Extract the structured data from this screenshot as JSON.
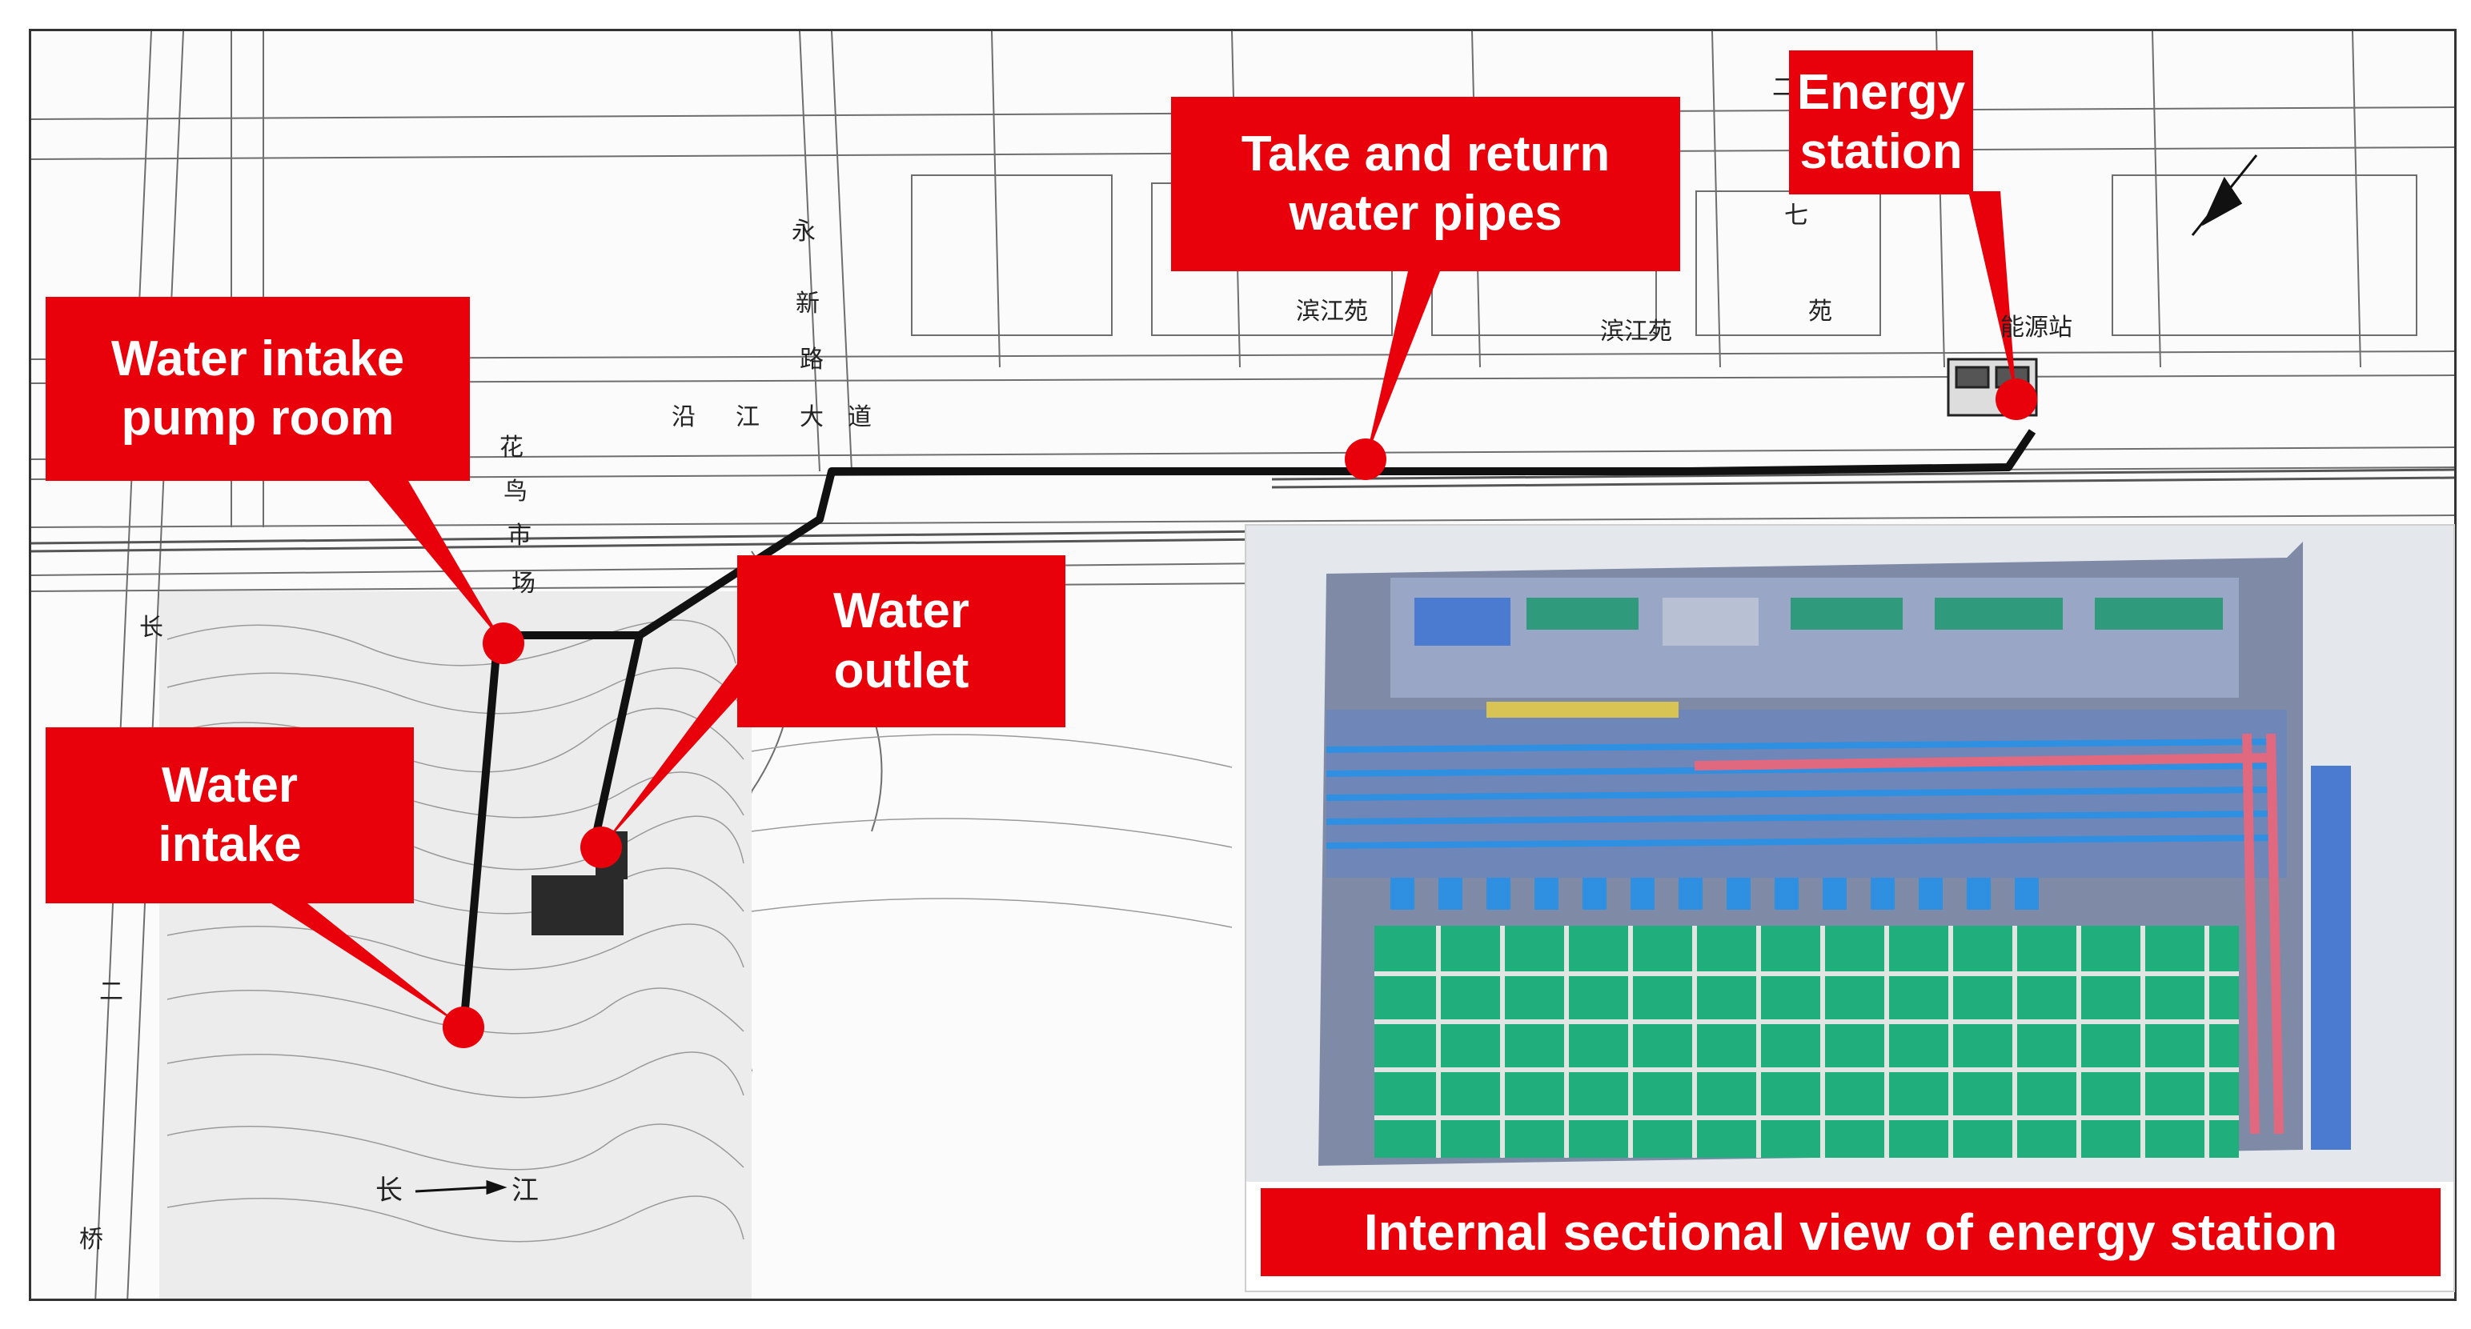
{
  "callouts": {
    "energy_station": [
      "Energy",
      "station"
    ],
    "pipes": [
      "Take and return",
      "water pipes"
    ],
    "pump_room": [
      "Water intake",
      "pump room"
    ],
    "outlet": [
      "Water",
      "outlet"
    ],
    "intake": [
      "Water",
      "intake"
    ]
  },
  "panel": {
    "caption": "Internal sectional view of energy station"
  },
  "map_labels": {
    "changjiang_left": "长",
    "changjiang_right": "江",
    "road_yanjiang_1": "沿",
    "road_yanjiang_2": "江",
    "road_yanjiang_3": "大",
    "road_yanjiang_4": "道",
    "road_yongxin_1": "永",
    "road_yongxin_2": "新",
    "road_yongxin_3": "路",
    "market_1": "花",
    "market_2": "鸟",
    "market_3": "市",
    "market_4": "场",
    "chang_side": "长",
    "er_side": "二",
    "qiao_side": "桥",
    "binjiang_1": "滨江苑",
    "binjiang_2": "滨江苑",
    "energy_station_cn": "能源站",
    "er_top": "二",
    "qi_top": "七",
    "yuan": "苑"
  },
  "colors": {
    "callout_red": "#e8000b",
    "pipe_black": "#111111",
    "marker_red": "#e8000b",
    "tank_green": "#1fae7c",
    "pipe_blue": "#2f8fe0",
    "pipe_pink": "#e0687f"
  }
}
